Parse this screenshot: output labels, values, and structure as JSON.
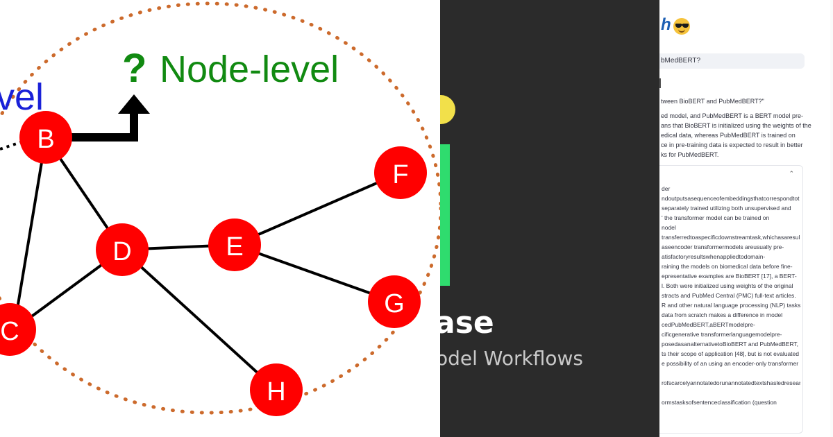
{
  "graph": {
    "label_node_level": "Node-level",
    "label_question": "?",
    "label_left_partial": "vel",
    "nodes": [
      "B",
      "C",
      "D",
      "E",
      "F",
      "G",
      "H"
    ],
    "colors": {
      "node": "#ff0000",
      "edge": "#000000",
      "label_green": "#118a11",
      "label_blue": "#1a21d8",
      "dotted": "#cc6a2c"
    }
  },
  "video": {
    "title_partial": "ase",
    "subtitle_partial": "odel Workflows",
    "colors": {
      "background": "#2b2b2b",
      "accent_green": "#2fdc6e",
      "dot_yellow": "#f2e04a"
    }
  },
  "app": {
    "title_partial": "h",
    "query_value": "bMedBERT?",
    "question_echo": "tween BioBERT and PubMedBERT?\"",
    "answer_lines": [
      "ed model, and PubMedBERT is a BERT model pre-",
      "ans that BioBERT is initialized using the weights of the",
      "edical data, whereas PubMedBERT is trained on",
      "ce in pre-training data is expected to result in better",
      "ks for PubMedBERT."
    ],
    "expander_chevron": "⌃",
    "context_lines": [
      "der",
      "ndoutputsasequenceofembeddingsthatcorrespondtot",
      "separately trained utilizing both unsupervised and",
      "' the transformer model can be trained on",
      "nodel",
      "transferredtoaspecificdownstreamtask,whichasaresul",
      "aseencoder transformermodels areusually pre-",
      "atisfactoryresultswhenappliedtodomain-",
      "raining the models on biomedical data before fine-",
      "epresentative examples are BioBERT [17], a BERT-",
      "l. Both were initialized using weights of the original",
      "stracts and PubMed Central (PMC) full-text articles.",
      "R and other natural language processing (NLP) tasks.",
      " data from scratch makes a difference in model",
      "cedPubMedBERT,aBERTmodelpre-",
      "cificgenerative transformerlanguagemodelpre-",
      "posedasanalternativetoBioBERT and PubMedBERT,",
      "ts their scope of application [48], but is not evaluated",
      "e possibility of an using an encoder-only transformer",
      "",
      "rofscarcelyannotatedorunannotatedtextshasledresear",
      "",
      "ormstasksofsentenceclassification (question"
    ]
  }
}
